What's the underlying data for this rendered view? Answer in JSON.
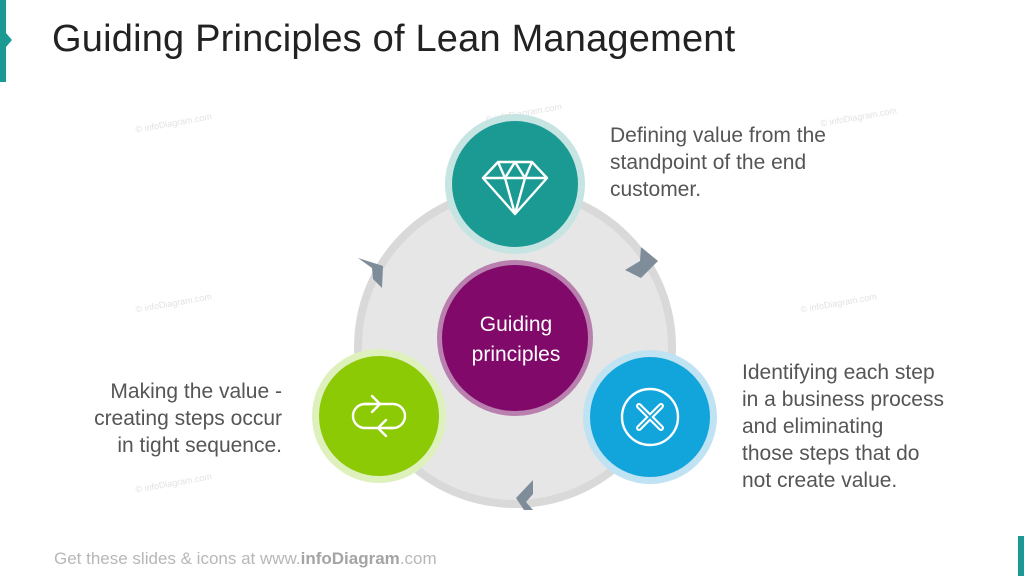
{
  "title": "Guiding Principles of Lean Management",
  "center": {
    "line1": "Guiding",
    "line2": "principles"
  },
  "principles": [
    {
      "icon": "diamond-icon",
      "color": "#1a9a93",
      "text": [
        "Defining value from the",
        "standpoint of the end",
        "customer."
      ]
    },
    {
      "icon": "close-circle-icon",
      "color": "#12a5dc",
      "text": [
        "Identifying each step",
        "in a business process",
        "and eliminating",
        "those steps that do",
        "not create value."
      ]
    },
    {
      "icon": "loop-arrows-icon",
      "color": "#8cca06",
      "text": [
        "Making the value -",
        "creating steps occur",
        "in tight sequence."
      ]
    }
  ],
  "colors": {
    "accent": "#1a9a93",
    "center": "#80096a",
    "ring": "#d9d9d9",
    "arrow": "#7f8c99"
  },
  "watermark": "© infoDiagram.com",
  "footer": {
    "prefix": "Get these slides  & icons  at www.",
    "brand": "infoDiagram",
    "suffix": ".com"
  }
}
